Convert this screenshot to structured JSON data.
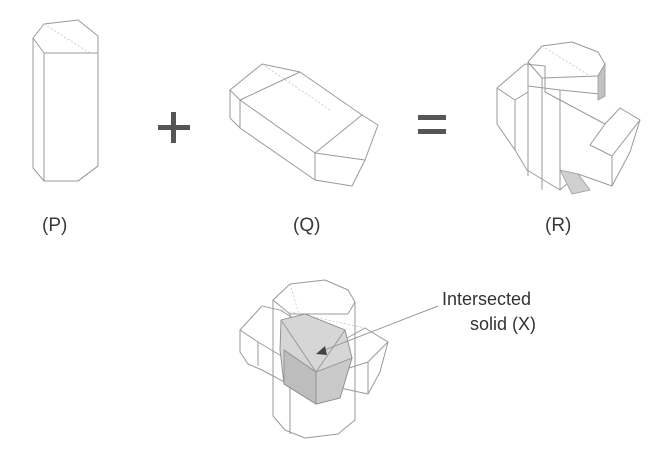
{
  "labels": {
    "p": "(P)",
    "q": "(Q)",
    "r": "(R)"
  },
  "operators": {
    "plus": "+",
    "equals": "="
  },
  "annotation": {
    "line1": "Intersected",
    "line2": "solid (X)"
  },
  "colors": {
    "edge": "#9a9a9a",
    "shade_light": "#d6d6d6",
    "shade_dark": "#bdbdbd",
    "operator": "#555555"
  }
}
